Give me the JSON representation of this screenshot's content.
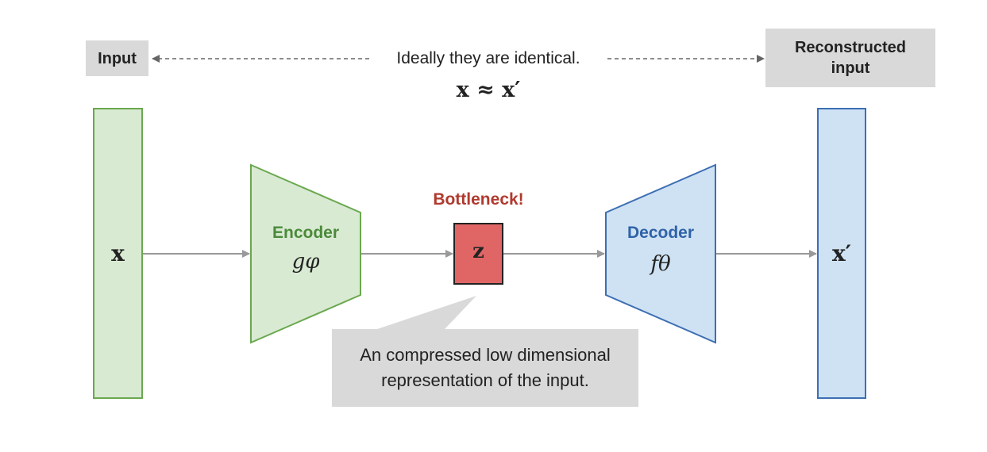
{
  "labels": {
    "input": "Input",
    "reconstructed": "Reconstructed\ninput",
    "ideal_text": "Ideally they are identical.",
    "ideal_formula": "x ≈ x′",
    "bottleneck": "Bottleneck!",
    "encoder": "Encoder",
    "encoder_symbol": "gφ",
    "decoder": "Decoder",
    "decoder_symbol": "fθ",
    "x_symbol": "x",
    "z_symbol": "z",
    "x_prime_symbol": "x′",
    "callout": "An compressed low dimensional\nrepresentation of the input."
  },
  "colors": {
    "input_fill": "#d9ead3",
    "input_stroke": "#6aa84f",
    "encoder_text": "#4b8a3a",
    "bottleneck_text": "#b03a2e",
    "z_fill": "#e06666",
    "output_fill": "#cfe2f3",
    "output_stroke": "#3d6fb3",
    "decoder_text": "#2f63a8",
    "label_bg": "#d9d9d9",
    "arrow": "#999999"
  }
}
